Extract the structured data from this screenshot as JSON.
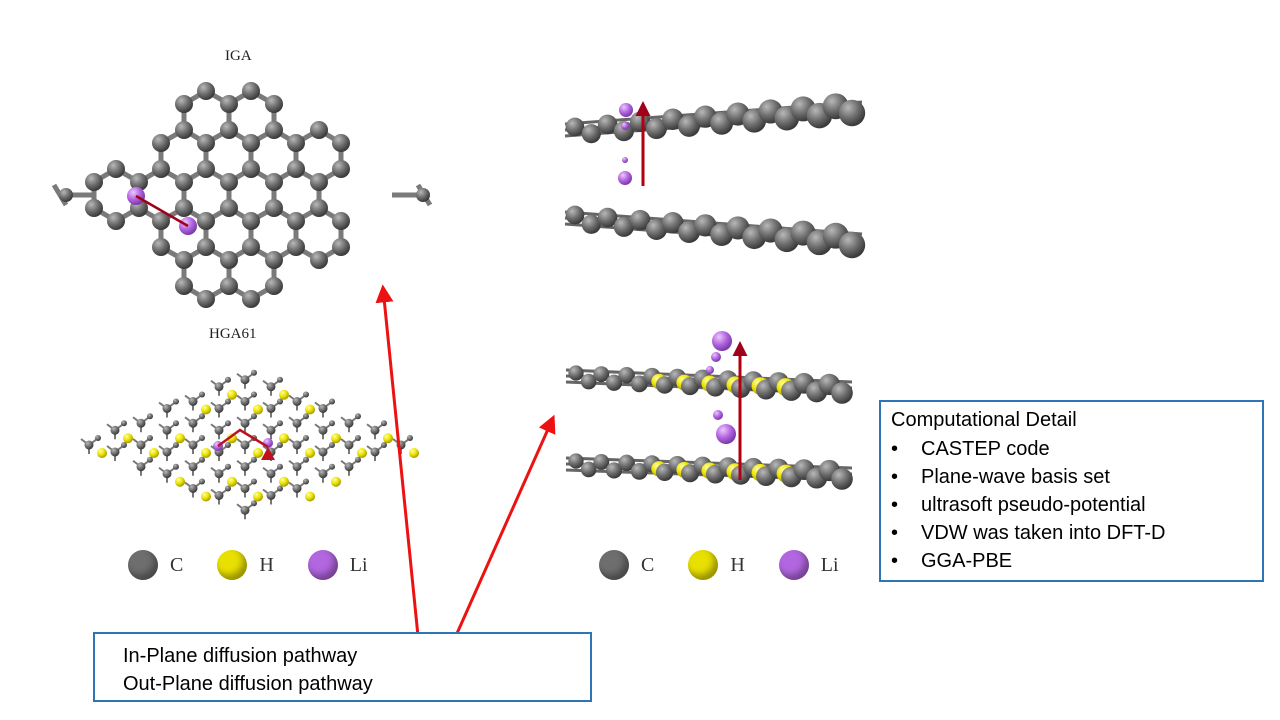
{
  "panels": {
    "top_left_title": "IGA",
    "bottom_left_title": "HGA61"
  },
  "legend": {
    "left": [
      {
        "symbol": "C",
        "color": "#6e6e6e"
      },
      {
        "symbol": "H",
        "color": "#e8e000"
      },
      {
        "symbol": "Li",
        "color": "#b266e0"
      }
    ],
    "right": [
      {
        "symbol": "C",
        "color": "#6e6e6e"
      },
      {
        "symbol": "H",
        "color": "#e8e000"
      },
      {
        "symbol": "Li",
        "color": "#b266e0"
      }
    ]
  },
  "computational_detail": {
    "title": "Computational Detail",
    "items": [
      "CASTEP code",
      "Plane-wave basis set",
      "ultrasoft pseudo-potential",
      "VDW was taken into DFT-D",
      "GGA-PBE"
    ]
  },
  "pathways": {
    "in_plane": "In-Plane diffusion pathway",
    "out_plane": "Out-Plane diffusion pathway"
  },
  "colors": {
    "carbon": "#6e6e6e",
    "hydrogen": "#e8e000",
    "lithium": "#b266e0",
    "arrow": "#ee1111",
    "pathway": "#a0001a",
    "box_border": "#2e75b6"
  }
}
